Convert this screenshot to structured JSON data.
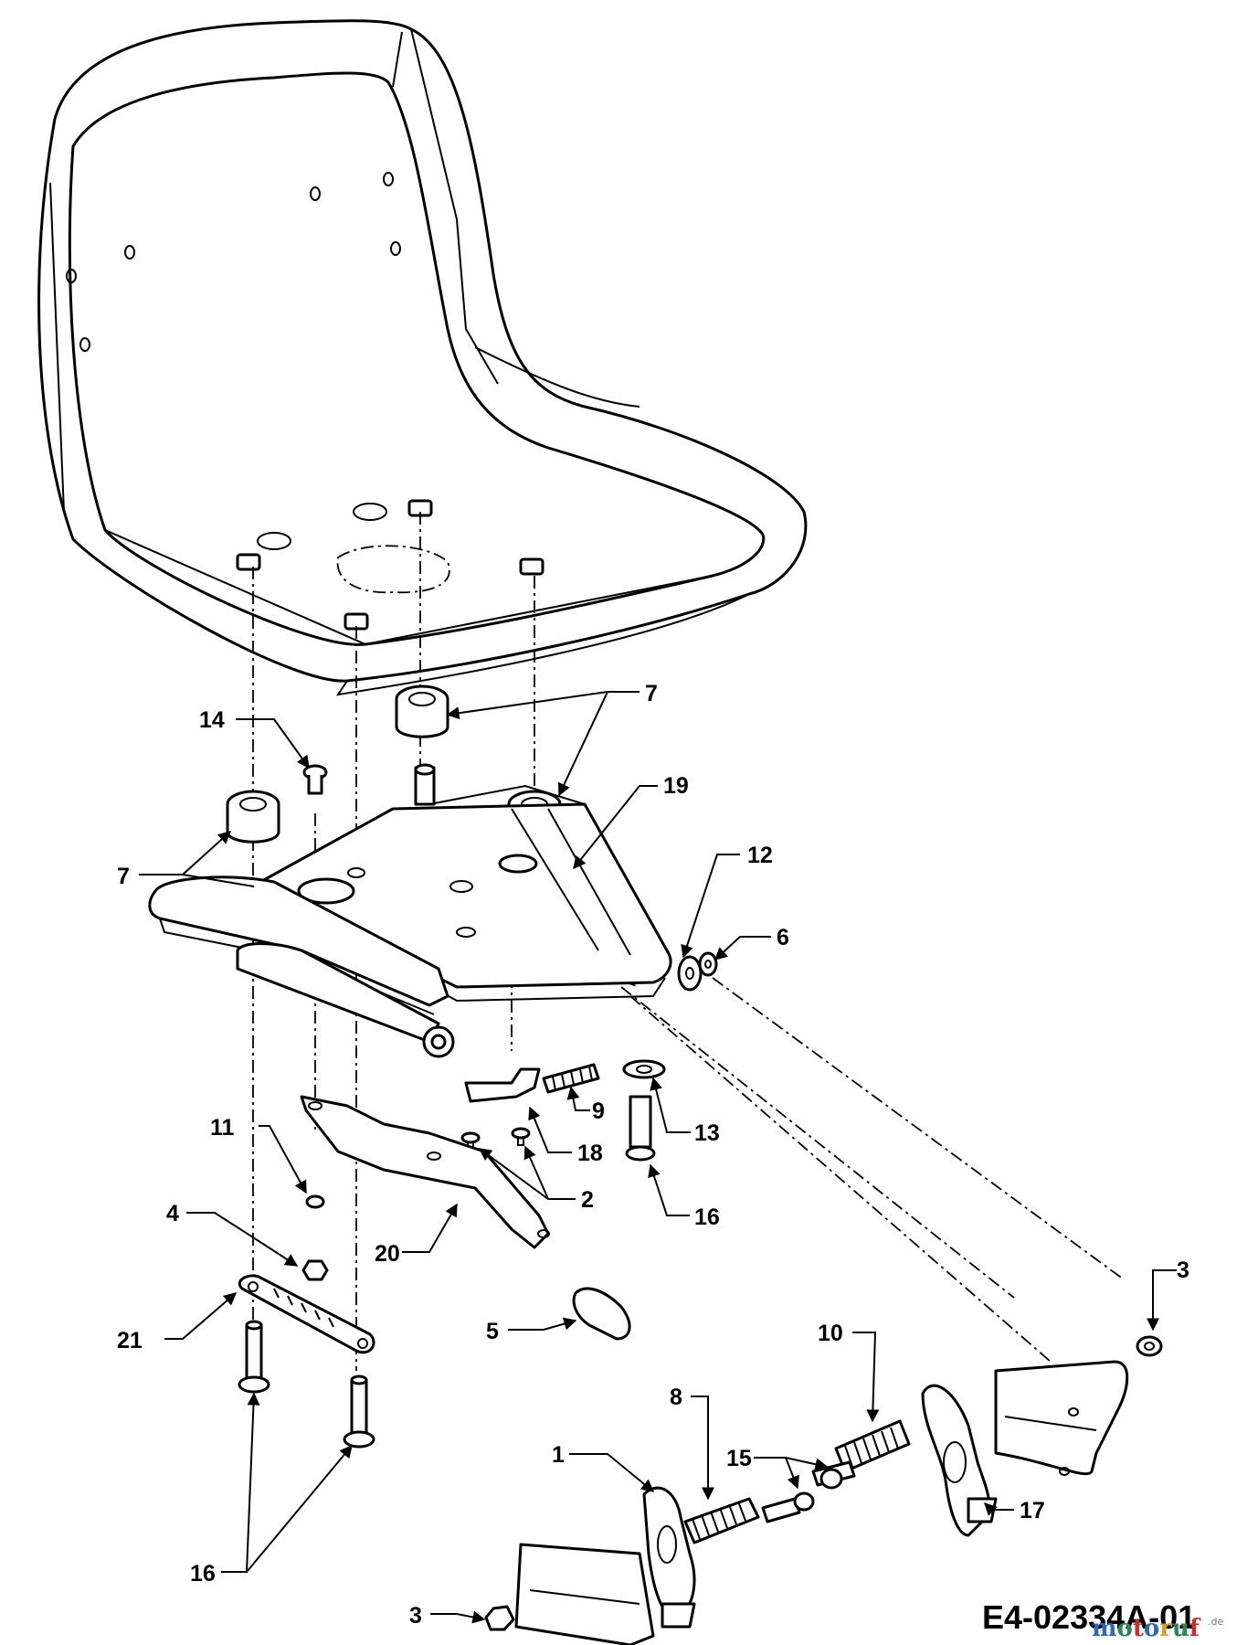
{
  "drawing_code": "E4-02334A-01",
  "watermark": "motoruf.de",
  "callouts": {
    "1": "1",
    "2": "2",
    "3": "3",
    "4": "4",
    "5": "5",
    "6": "6",
    "7": "7",
    "8": "8",
    "9": "9",
    "10": "10",
    "11": "11",
    "12": "12",
    "13": "13",
    "14": "14",
    "15": "15",
    "16": "16",
    "17": "17",
    "18": "18",
    "19": "19",
    "20": "20",
    "21": "21"
  }
}
